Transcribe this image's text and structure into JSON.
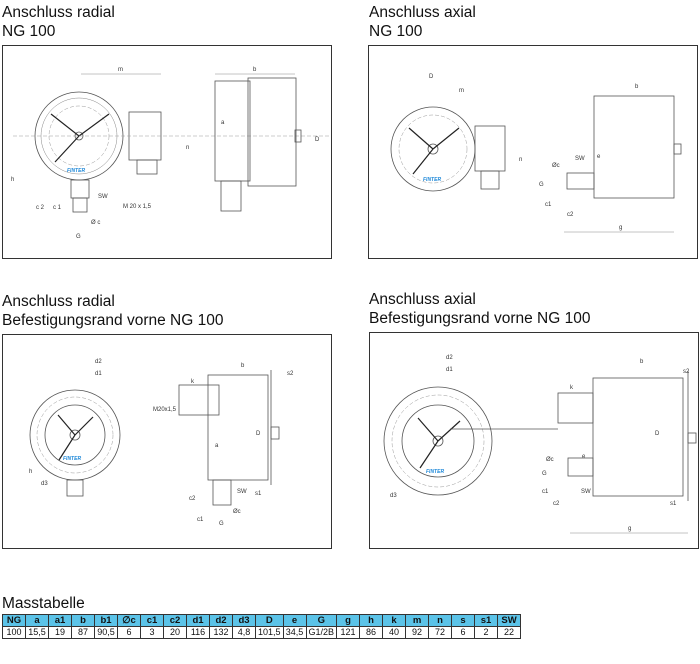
{
  "panels": [
    {
      "title": [
        "Anschluss radial",
        "NG 100"
      ],
      "labels": {
        "m": "m",
        "b": "b",
        "a": "a",
        "n": "n",
        "D": "D",
        "h": "h",
        "c2": "c 2",
        "c1": "c 1",
        "SW": "SW",
        "M": "M 20 x 1,5",
        "dc": "Ø c",
        "G": "G",
        "logo": "FINTER"
      }
    },
    {
      "title": [
        "Anschluss axial",
        "NG 100"
      ],
      "labels": {
        "D": "D",
        "m": "m",
        "n": "n",
        "b": "b",
        "dc": "Øc",
        "SW": "SW",
        "e": "e",
        "G": "G",
        "c1": "c1",
        "c2": "c2",
        "g": "g",
        "logo": "FINTER"
      }
    },
    {
      "title": [
        "Anschluss radial",
        "Befestigungsrand vorne NG 100"
      ],
      "labels": {
        "d2": "d2",
        "d1": "d1",
        "b": "b",
        "s2": "s2",
        "k": "k",
        "M": "M20x1,5",
        "D": "D",
        "a": "a",
        "h": "h",
        "d3": "d3",
        "SW": "SW",
        "s1": "s1",
        "c2": "c2",
        "c1": "c1",
        "dc": "Øc",
        "G": "G",
        "logo": "FINTER"
      }
    },
    {
      "title": [
        "Anschluss axial",
        "Befestigungsrand vorne NG 100"
      ],
      "labels": {
        "d2": "d2",
        "d1": "d1",
        "b": "b",
        "s2": "s2",
        "k": "k",
        "D": "D",
        "e": "e",
        "dc": "Øc",
        "G": "G",
        "c1": "c1",
        "c2": "c2",
        "SW": "SW",
        "s1": "s1",
        "d3": "d3",
        "g": "g",
        "logo": "FINTER"
      }
    }
  ],
  "table": {
    "title": "Masstabelle",
    "headers": [
      "NG",
      "a",
      "a1",
      "b",
      "b1",
      "∅c",
      "c1",
      "c2",
      "d1",
      "d2",
      "d3",
      "D",
      "e",
      "G",
      "g",
      "h",
      "k",
      "m",
      "n",
      "s",
      "s1",
      "SW"
    ],
    "rows": [
      [
        "100",
        "15,5",
        "19",
        "87",
        "90,5",
        "6",
        "3",
        "20",
        "116",
        "132",
        "4,8",
        "101,5",
        "34,5",
        "G1/2B",
        "121",
        "86",
        "40",
        "92",
        "72",
        "6",
        "2",
        "22"
      ]
    ]
  }
}
